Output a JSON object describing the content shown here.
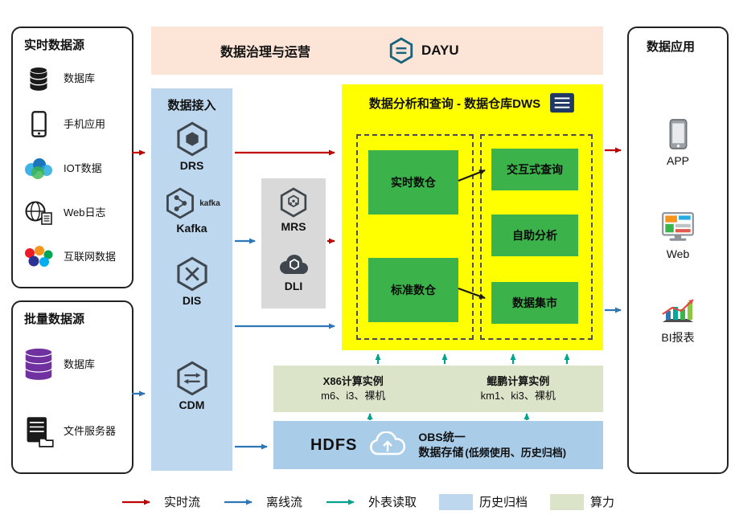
{
  "banner": {
    "title": "数据治理与运营",
    "logo": "DAYU"
  },
  "realtime_sources": {
    "title": "实时数据源",
    "items": [
      {
        "label": "数据库",
        "icon": "database-icon"
      },
      {
        "label": "手机应用",
        "icon": "mobile-icon"
      },
      {
        "label": "IOT数据",
        "icon": "iot-icon"
      },
      {
        "label": "Web日志",
        "icon": "weblog-icon"
      },
      {
        "label": "互联网数据",
        "icon": "internet-data-icon"
      }
    ]
  },
  "batch_sources": {
    "title": "批量数据源",
    "items": [
      {
        "label": "数据库",
        "icon": "database-stack-icon"
      },
      {
        "label": "文件服务器",
        "icon": "file-server-icon"
      }
    ]
  },
  "ingestion": {
    "title": "数据接入",
    "items": [
      {
        "label": "DRS",
        "icon": "drs-hexagon-icon"
      },
      {
        "label": "Kafka",
        "logo_text": "kafka",
        "icon": "kafka-hexagon-icon"
      },
      {
        "label": "DIS",
        "icon": "dis-hexagon-icon"
      },
      {
        "label": "CDM",
        "icon": "cdm-hexagon-icon"
      }
    ]
  },
  "processing": {
    "items": [
      {
        "label": "MRS",
        "icon": "mrs-hexagon-icon"
      },
      {
        "label": "DLI",
        "icon": "dli-cloud-icon"
      }
    ]
  },
  "dws": {
    "title": "数据分析和查询 - 数据仓库DWS",
    "left_items": [
      {
        "label": "实时数仓"
      },
      {
        "label": "标准数仓"
      }
    ],
    "right_items": [
      {
        "label": "交互式查询"
      },
      {
        "label": "自助分析"
      },
      {
        "label": "数据集市"
      }
    ]
  },
  "compute": {
    "x86": {
      "title": "X86计算实例",
      "subtitle": "m6、i3、裸机"
    },
    "kunpeng": {
      "title": "鲲鹏计算实例",
      "subtitle": "km1、ki3、裸机"
    }
  },
  "storage": {
    "hdfs": "HDFS",
    "obs_line1": "OBS统一",
    "obs_line2": "数据存储",
    "note": "(低频使用、历史归档)"
  },
  "applications": {
    "title": "数据应用",
    "items": [
      {
        "label": "APP",
        "icon": "app-phone-icon"
      },
      {
        "label": "Web",
        "icon": "web-dashboard-icon"
      },
      {
        "label": "BI报表",
        "icon": "bi-chart-icon"
      }
    ]
  },
  "legend": {
    "items": [
      {
        "label": "实时流",
        "type": "arrow",
        "color": "#c00000"
      },
      {
        "label": "离线流",
        "type": "arrow",
        "color": "#2e75b6"
      },
      {
        "label": "外表读取",
        "type": "arrow",
        "color": "#00a38c"
      },
      {
        "label": "历史归档",
        "type": "swatch",
        "color": "#bdd7ee"
      },
      {
        "label": "算力",
        "type": "swatch",
        "color": "#dbe3c8"
      }
    ]
  },
  "colors": {
    "realtime_flow": "#c00000",
    "offline_flow": "#2e75b6",
    "external_read": "#00a38c",
    "dws_background": "#ffff00",
    "service_green": "#3cb24b",
    "ingestion_background": "#bdd7ee",
    "banner_background": "#fce4d6",
    "compute_background": "#dbe3c8",
    "storage_background": "#a9cde9"
  }
}
